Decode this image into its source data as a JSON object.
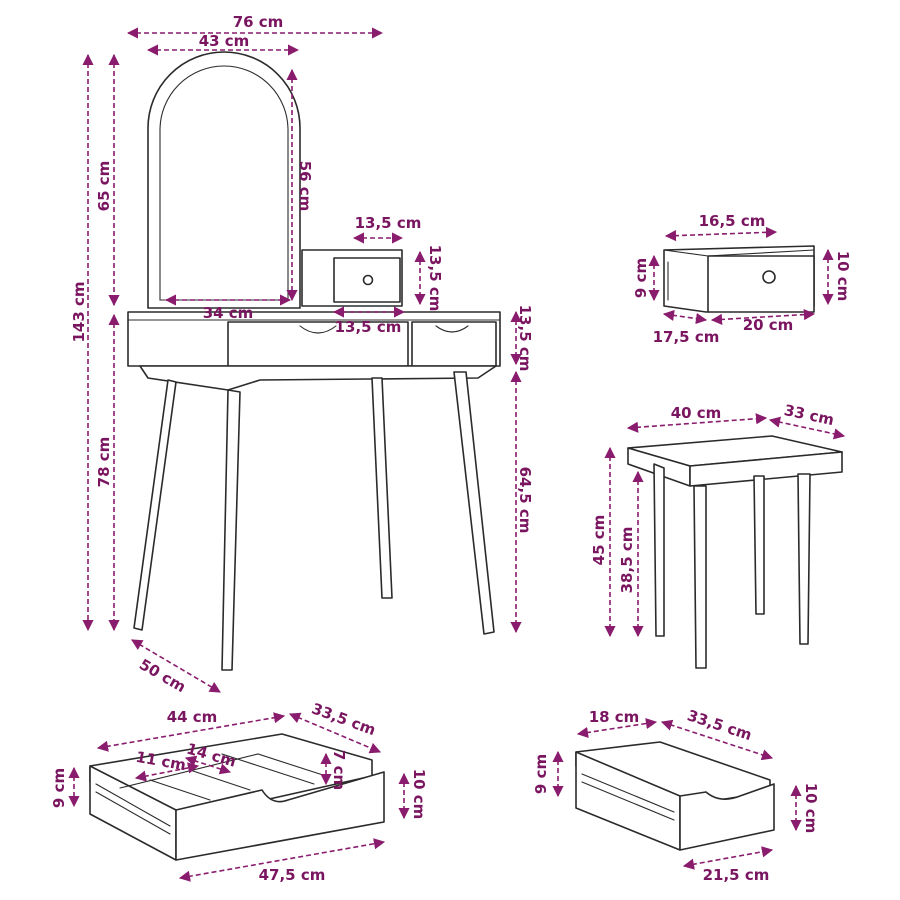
{
  "colors": {
    "dimension": "#8a1c6e",
    "label": "#7a1560",
    "outline": "#2b2b2b"
  },
  "labels": {
    "vanity_width": "76 cm",
    "mirror_width": "43 cm",
    "mirror_height": "56 cm",
    "mirror_inner_width": "34 cm",
    "total_height": "143 cm",
    "upper_height": "65 cm",
    "table_height": "78 cm",
    "leg_height": "64,5 cm",
    "table_depth": "50 cm",
    "top_box_width": "13,5 cm",
    "top_box_height": "13,5 cm",
    "small_drawer_width": "13,5 cm",
    "apron_height": "13,5 cm",
    "mini_drawer_width": "16,5 cm",
    "mini_drawer_height_right": "10 cm",
    "mini_drawer_height_left": "9 cm",
    "mini_drawer_depth": "17,5 cm",
    "mini_drawer_length": "20 cm",
    "stool_width": "40 cm",
    "stool_depth": "33 cm",
    "stool_height": "45 cm",
    "stool_leg_height": "38,5 cm",
    "big_drawer_width": "44 cm",
    "big_drawer_depth": "33,5 cm",
    "big_drawer_height_left": "9 cm",
    "big_drawer_height_right": "10 cm",
    "compartment_a": "11 cm",
    "compartment_b": "14 cm",
    "compartment_c": "7 cm",
    "big_drawer_front": "47,5 cm",
    "side_drawer_width": "18 cm",
    "side_drawer_depth": "33,5 cm",
    "side_drawer_height_left": "9 cm",
    "side_drawer_height_right": "10 cm",
    "side_drawer_front": "21,5 cm"
  }
}
